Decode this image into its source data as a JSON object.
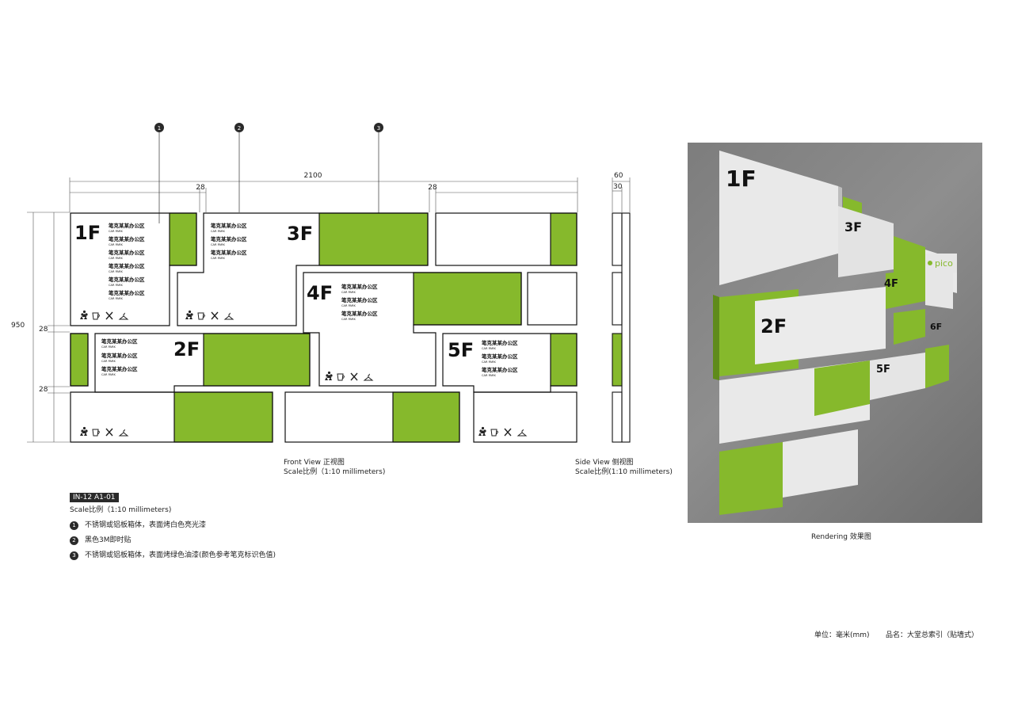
{
  "colors": {
    "green": "#86b92c",
    "line": "#111111",
    "dim": "#555555"
  },
  "callouts": [
    "1",
    "2",
    "3"
  ],
  "dimensions": {
    "total_width": "2100",
    "gap_a": "28",
    "gap_b": "28",
    "total_height": "950",
    "gap_c": "28",
    "gap_d": "28",
    "side_depth": "60",
    "side_panel": "30"
  },
  "panel_text": {
    "office": "笔克某某办公区",
    "carpark": "CAR PARK"
  },
  "floors": {
    "f1": "1F",
    "f2": "2F",
    "f3": "3F",
    "f4": "4F",
    "f5": "5F"
  },
  "captions": {
    "front_title": "Front View  正视图",
    "front_scale": "Scale比例（1:10 millimeters)",
    "side_title": "Side View  侧视图",
    "side_scale": "Scale比例(1:10 millimeters)",
    "render_title": "Rendering  效果图"
  },
  "legend": {
    "code": "IN-12   A1-01",
    "scale": "Scale比例（1:10 millimeters)",
    "notes": [
      {
        "num": "1",
        "text": "不锈钢或铝板箱体，表面烤白色亮光漆"
      },
      {
        "num": "2",
        "text": "黑色3M即时贴"
      },
      {
        "num": "3",
        "text": "不锈钢或铝板箱体，表面烤绿色油漆(颜色参考笔克标识色值)"
      }
    ]
  },
  "rendering": {
    "floors": [
      "1F",
      "2F",
      "3F",
      "4F",
      "5F",
      "6F"
    ],
    "brand": "pico"
  },
  "footer": {
    "unit": "单位：毫米(mm)",
    "product": "品名：大堂总索引（贴墙式）"
  },
  "icons": [
    "people-icon",
    "cup-icon",
    "fork-knife-icon",
    "hanger-icon"
  ]
}
